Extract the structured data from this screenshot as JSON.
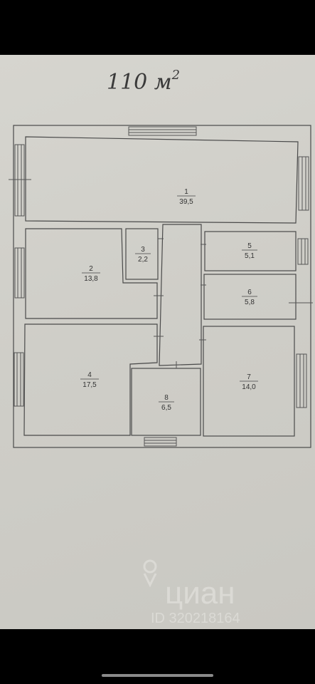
{
  "title": {
    "text": "110 м",
    "superscript": "2"
  },
  "rooms": [
    {
      "number": "1",
      "area": "39,5"
    },
    {
      "number": "2",
      "area": "13,8"
    },
    {
      "number": "3",
      "area": "2,2"
    },
    {
      "number": "4",
      "area": "17,5"
    },
    {
      "number": "5",
      "area": "5,1"
    },
    {
      "number": "6",
      "area": "5,8"
    },
    {
      "number": "7",
      "area": "14,0"
    },
    {
      "number": "8",
      "area": "6,5"
    }
  ],
  "watermark": {
    "brand": "циан",
    "id": "ID 320218164"
  },
  "colors": {
    "paper": "#cfcec8",
    "ink": "#3a3a3a",
    "background": "#000000"
  }
}
